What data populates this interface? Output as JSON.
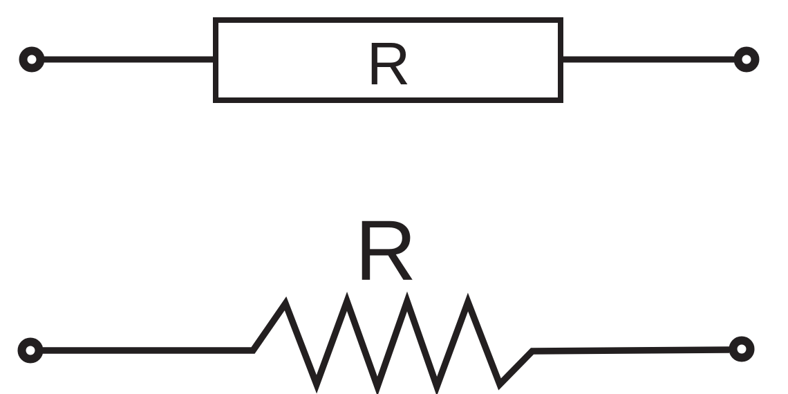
{
  "colors": {
    "ink": "#231f20",
    "background": "#ffffff"
  },
  "symbols": {
    "box_resistor": {
      "name": "IEC box-style resistor symbol",
      "label": "R"
    },
    "zigzag_resistor": {
      "name": "ANSI zigzag-style resistor symbol",
      "label": "R"
    }
  }
}
